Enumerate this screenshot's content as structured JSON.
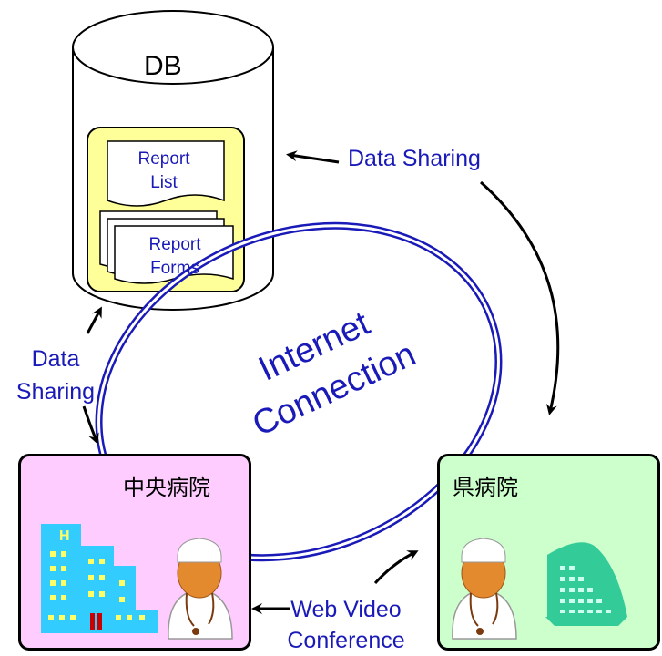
{
  "database": {
    "label": "DB"
  },
  "documents": {
    "report_list": [
      "Report",
      "List"
    ],
    "report_forms": [
      "Report",
      "Forms"
    ]
  },
  "connection": {
    "label_line1": "Internet",
    "label_line2": "Connection"
  },
  "flows": {
    "data_sharing_right": "Data Sharing",
    "data_sharing_left_1": "Data",
    "data_sharing_left_2": "Sharing",
    "video_conf_1": "Web Video",
    "video_conf_2": "Conference"
  },
  "hospitals": {
    "central": {
      "title": "中央病院"
    },
    "prefectural": {
      "title": "県病院"
    }
  },
  "colors": {
    "accent_blue": "#1a1ab8",
    "db_panel": "#ffff99",
    "central_box": "#ffccff",
    "prefectural_box": "#ccffcc",
    "building_cyan": "#33ccff",
    "building_teal": "#33cc99"
  }
}
